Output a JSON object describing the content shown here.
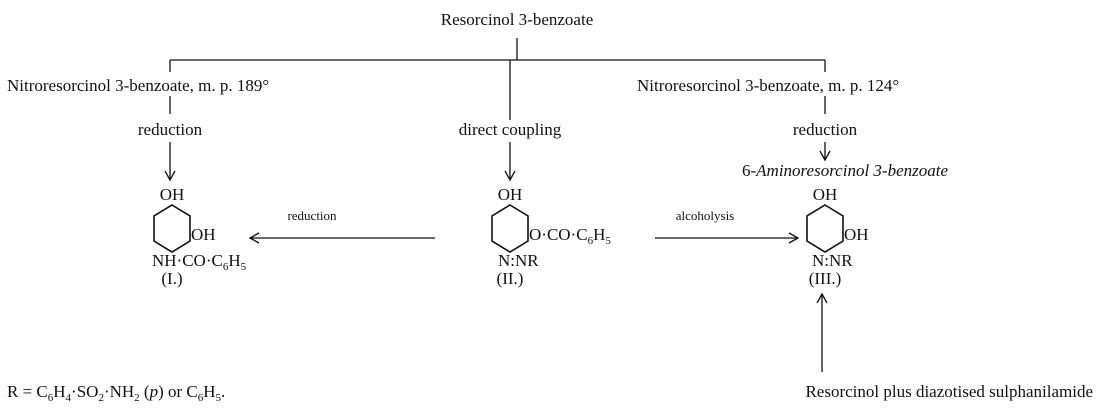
{
  "top": {
    "title": "Resorcinol 3-benzoate"
  },
  "branches": {
    "left": {
      "title": "Nitroresorcinol 3-benzoate, m. p. 189°",
      "step": "reduction"
    },
    "center": {
      "step": "direct coupling"
    },
    "right": {
      "title": "Nitroresorcinol 3-benzoate, m. p. 124°",
      "step": "reduction",
      "product_prefix": "6-",
      "product_italic": "Aminoresorcinol 3-benzoate"
    }
  },
  "compounds": {
    "I": {
      "top": "OH",
      "side": "OH",
      "bottom_pre": "NH·CO·C",
      "sub1": "6",
      "mid": "H",
      "sub2": "5",
      "label": "(I.)"
    },
    "II": {
      "top": "OH",
      "side_pre": "O·CO·C",
      "sub1": "6",
      "side_mid": "H",
      "sub2": "5",
      "bottom": "N:NR",
      "label": "(II.)"
    },
    "III": {
      "top": "OH",
      "side": "OH",
      "bottom": "N:NR",
      "label": "(III.)"
    }
  },
  "arrows": {
    "left_label": "reduction",
    "right_label": "alcoholysis"
  },
  "footnote": {
    "r_pre": "R = C",
    "s6": "6",
    "h": "H",
    "s4": "4",
    "so": "·SO",
    "s2a": "2",
    "nh": "·NH",
    "s2b": "2",
    "p_open": " (",
    "p": "p",
    "p_close": ") or C",
    "s6b": "6",
    "h2": "H",
    "s5": "5",
    "dot": "."
  },
  "bottom_right": {
    "text": "Resorcinol plus diazotised sulphanilamide"
  }
}
